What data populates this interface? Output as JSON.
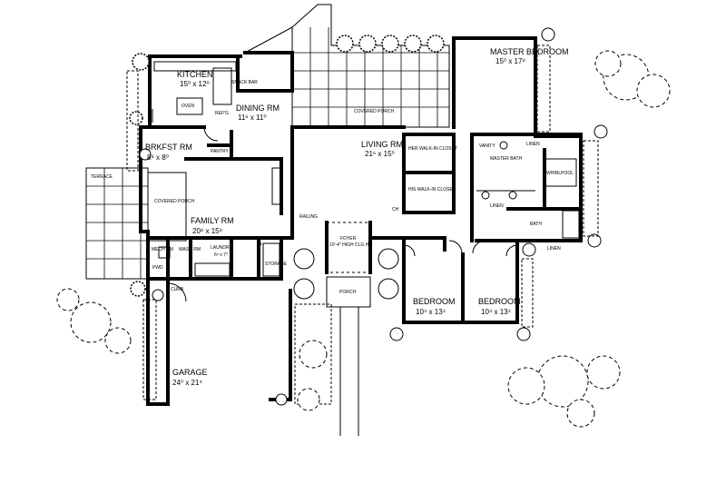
{
  "rooms": {
    "kitchen": {
      "name": "KITCHEN",
      "dims": "15⁰ x 12⁰"
    },
    "dining": {
      "name": "DINING RM",
      "dims": "11⁶ x 11⁰"
    },
    "brkfst": {
      "name": "BRKFST RM",
      "dims": "8⁸ x 8⁰"
    },
    "family": {
      "name": "FAMILY RM",
      "dims": "20⁸ x 15⁸"
    },
    "living": {
      "name": "LIVING RM",
      "dims": "21⁶ x 15⁰"
    },
    "master_bed": {
      "name": "MASTER BEDROOM",
      "dims": "15⁰ x 17⁸"
    },
    "master_bath": {
      "name": "MASTER BATH"
    },
    "bath": {
      "name": "BATH"
    },
    "bedroom1": {
      "name": "BEDROOM",
      "dims": "10⁴ x 13⁴"
    },
    "bedroom2": {
      "name": "BEDROOM",
      "dims": "10⁴ x 13⁴"
    },
    "garage": {
      "name": "GARAGE",
      "dims": "24⁰ x 21⁴"
    },
    "laundry": {
      "name": "LAUNDRY",
      "dims": "6⁸ x 7⁰"
    },
    "foyer": {
      "name": "FOYER",
      "note": "10'-4\" HIGH CLG HG"
    },
    "wash": {
      "name": "WASH RM"
    },
    "mech": {
      "name": "MECH RM"
    }
  },
  "labels": {
    "covered_porch_top": "COVERED PORCH",
    "covered_porch_left": "COVERED PORCH",
    "terrace": "TERRACE",
    "porch": "PORCH",
    "pantry": "PANTRY",
    "storage": "STORAGE",
    "railing": "RAILING",
    "her_closet": "HER WALK-IN CLOSET",
    "his_closet": "HIS WALK-IN CLOSET",
    "linen1": "LINEN",
    "linen2": "LINEN",
    "linen3": "LINEN",
    "whirlpool": "WHIRLPOOL",
    "vanity": "VANITY",
    "snack_bar": "SNACK BAR",
    "curb": "CURB",
    "oven": "OVEN",
    "refg": "REF'G",
    "pwd": "PWD",
    "ch": "CH",
    "cl": "CL"
  }
}
